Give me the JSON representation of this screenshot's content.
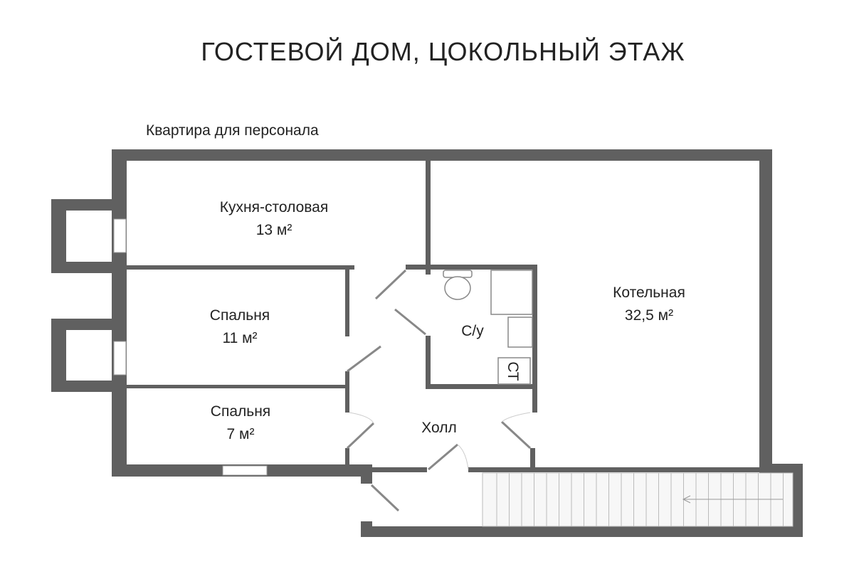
{
  "title": "ГОСТЕВОЙ ДОМ, ЦОКОЛЬНЫЙ ЭТАЖ",
  "subtitle": "Квартира для персонала",
  "rooms": [
    {
      "name": "Кухня-столовая",
      "area": "13 м²"
    },
    {
      "name": "Спальня",
      "area": "11 м²"
    },
    {
      "name": "Спальня",
      "area": "7 м²"
    },
    {
      "name": "Котельная",
      "area": "32,5 м²"
    },
    {
      "name": "С/у"
    },
    {
      "name": "Холл"
    }
  ],
  "fixtures": {
    "shower_label": "СТ"
  },
  "colors": {
    "wall": "#606060"
  }
}
